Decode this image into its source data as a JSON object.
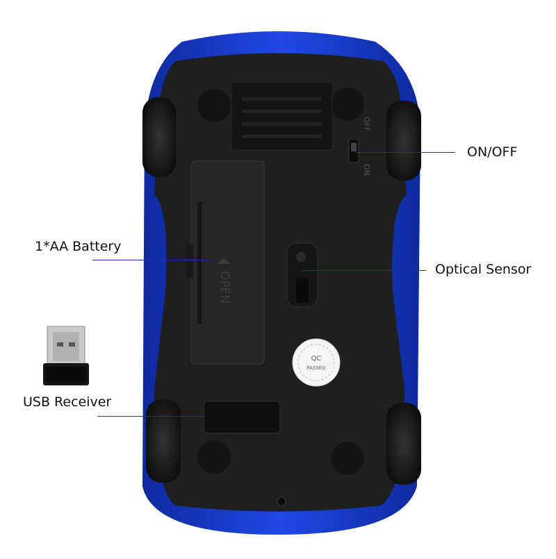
{
  "callouts": {
    "on_off": "ON/OFF",
    "battery": "1*AA Battery",
    "optical_sensor": "Optical Sensor",
    "usb_receiver": "USB Receiver"
  },
  "mouse_markings": {
    "switch_off": "OFF",
    "switch_on": "ON",
    "battery_door": "OPEN",
    "qc_sticker_line1": "QC",
    "qc_sticker_line2": "PASSED"
  },
  "colors": {
    "body": "#1f1f1f",
    "shell_blue": "#1a3bd8",
    "leader_line": "#1a2fae",
    "label_text": "#111111"
  }
}
